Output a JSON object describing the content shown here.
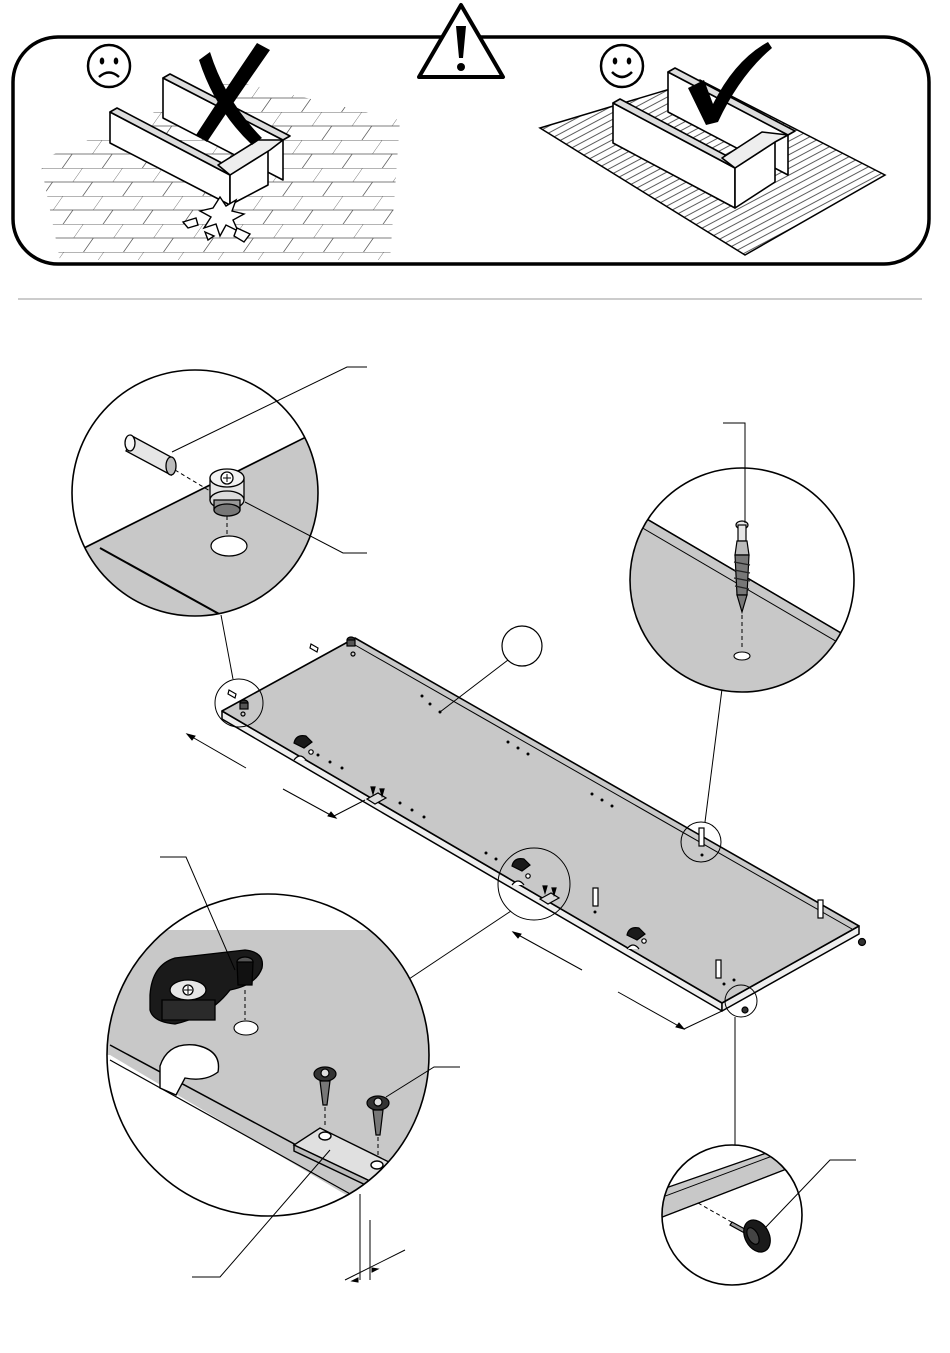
{
  "warning_panel": {
    "wrong_icon": "sad-face-icon",
    "right_icon": "smiley-face-icon",
    "alert_icon": "exclamation-triangle-icon",
    "reject_mark": "x-mark-icon",
    "accept_mark": "check-mark-icon",
    "wrong_surface": "tiled-floor",
    "right_surface": "carpet"
  },
  "main_diagram": {
    "panel": "gray-shelf-panel",
    "callouts": [
      {
        "id": "cam-and-dowel",
        "icon": "dowel-cam-lock-icon"
      },
      {
        "id": "cam-screw",
        "icon": "cam-screw-icon"
      },
      {
        "id": "cam-lock-and-plate",
        "icon": "cam-lock-plate-icon"
      },
      {
        "id": "glide",
        "icon": "nail-glide-icon"
      }
    ]
  },
  "colors": {
    "line": "#000000",
    "panel_fill": "#c8c8c8",
    "separator": "#bbbbbb",
    "background": "#ffffff",
    "dark_part": "#1a1a1a",
    "metal": "#e6e6e6"
  }
}
